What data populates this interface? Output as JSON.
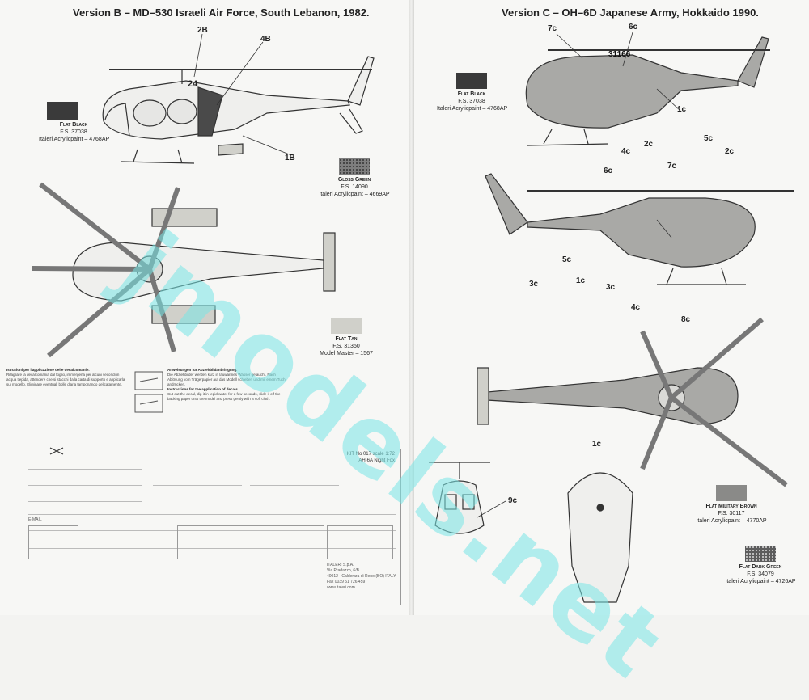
{
  "left": {
    "title": "Version B – MD–530 Israeli Air Force, South Lebanon, 1982.",
    "fuselage_code": "24",
    "callouts": {
      "c1": "2B",
      "c2": "4B",
      "c3": "1B"
    },
    "swatches": [
      {
        "name": "Flat Black",
        "fs": "F.S. 37038",
        "code": "Italeri Acrylicpaint – 4768AP"
      },
      {
        "name": "Gloss Green",
        "fs": "F.S. 14090",
        "code": "Italeri Acrylicpaint – 4669AP"
      },
      {
        "name": "Flat Tan",
        "fs": "F.S. 31350",
        "code": "Model Master – 1567"
      }
    ],
    "instructions": [
      {
        "heading": "Istruzioni per l'applicazione delle decalcomanie.",
        "body": "Ritagliare la decalcomania dal foglio, immergerla per alcuni secondi in acqua tiepida, attendere che si stacchi dalla carta di supporto e applicarla sul modello. Eliminare eventuali bolle d'aria tamponando delicatamente."
      },
      {
        "heading": "Anweisungen fur Abziehbildanbringung.",
        "body": "Die Abziehbilder werden kurz in lauwarmes Wasser getaucht. Nach Ablösung vom Trägerpapier auf das Modell schieben und mit einem Tuch andrücken."
      },
      {
        "heading": "Instructions for the application of decals.",
        "body": "Cut out the decal, dip it in tepid water for a few seconds, slide it off the backing paper onto the model and press gently with a soft cloth."
      }
    ],
    "kit": {
      "line1": "KIT No 017 scale 1:72",
      "line2": "AH-6A Night Fox"
    },
    "email_label": "E-MAIL",
    "company": {
      "name": "ITALERI S.p.A.",
      "addr1": "Via Pradazzo, 6/B",
      "addr2": "40012 - Calderara di Reno (BO) ITALY",
      "phone": "Fax 0039 51 726 459",
      "web": "www.italeri.com"
    }
  },
  "right": {
    "title": "Version C – OH–6D Japanese Army, Hokkaido 1990.",
    "registration": "31166",
    "callouts": {
      "side": [
        "7c",
        "6c",
        "1c",
        "5c",
        "2c",
        "4c",
        "2c"
      ],
      "other_side": [
        "6c",
        "7c",
        "5c",
        "3c",
        "1c",
        "3c",
        "4c",
        "8c"
      ],
      "front": "9c",
      "bottom": "1c"
    },
    "swatches": [
      {
        "name": "Flat Black",
        "fs": "F.S. 37038",
        "code": "Italeri Acrylicpaint – 4768AP"
      },
      {
        "name": "Flat Military Brown",
        "fs": "F.S. 30117",
        "code": "Italeri Acrylicpaint – 4770AP"
      },
      {
        "name": "Flat Dark Green",
        "fs": "F.S. 34079",
        "code": "Italeri Acrylicpaint – 4726AP"
      }
    ]
  },
  "watermark": "jmodels.net",
  "colors": {
    "black": "#3a3a3a",
    "gloss_green": "#7e7e7e",
    "tan": "#d0d0ca",
    "brown": "#8a8a88",
    "dark_green": "#5c5c5c",
    "watermark": "#80e6e6"
  }
}
